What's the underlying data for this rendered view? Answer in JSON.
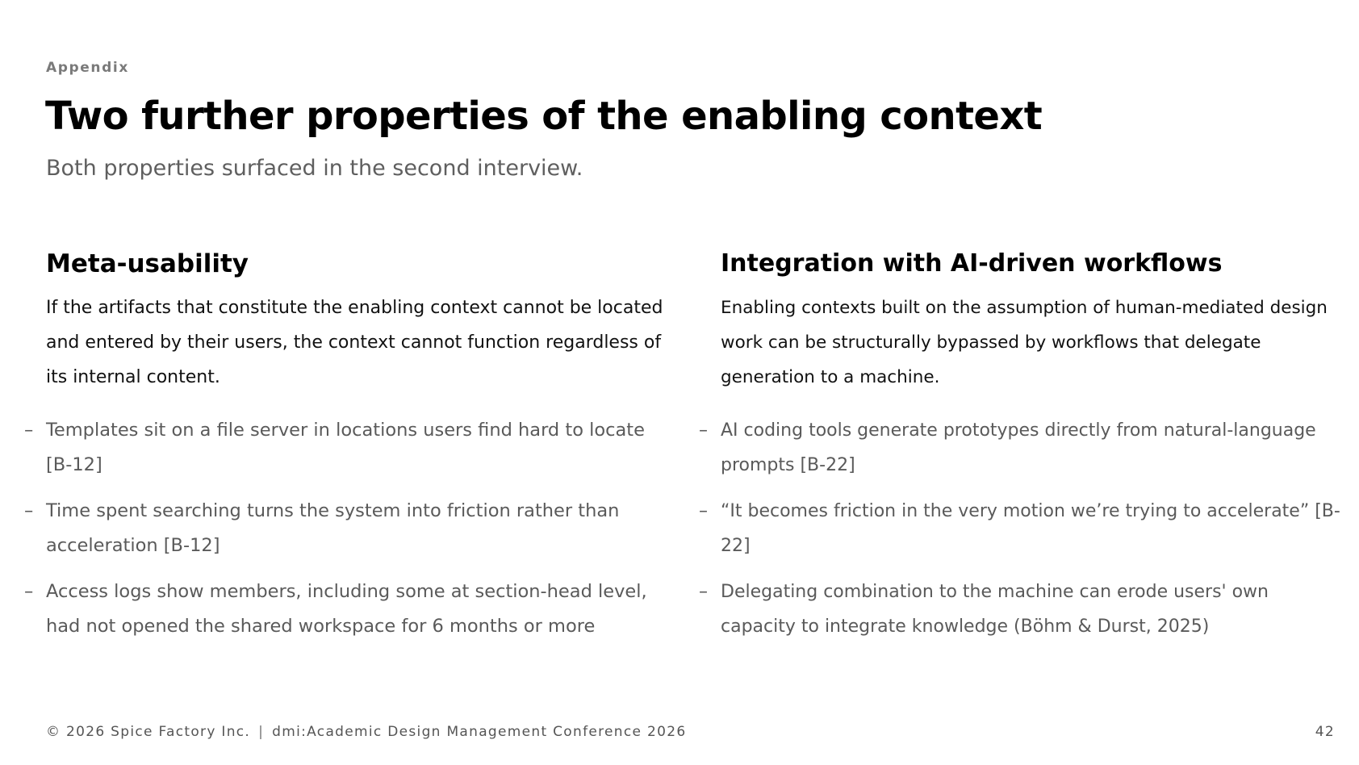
{
  "header": {
    "eyebrow": "Appendix",
    "title": "Two further properties of the enabling context",
    "subtitle": "Both properties surfaced in the second interview."
  },
  "columns": [
    {
      "heading": "Meta-usability",
      "body": "If the artifacts that constitute the enabling context cannot be located and entered by their users, the context cannot function regardless of its internal content.",
      "bullets": [
        "Templates sit on a file server in locations users find hard to locate [B-12]",
        "Time spent searching turns the system into friction rather than acceleration [B-12]",
        "Access logs show members, including some at section-head level, had not opened the shared workspace for 6 months or more"
      ]
    },
    {
      "heading": "Integration with AI-driven workflows",
      "body": "Enabling contexts built on the assumption of human-mediated design work can be structurally bypassed by workflows that delegate generation to a machine.",
      "bullets": [
        "AI coding tools generate prototypes directly from natural-language prompts [B-22]",
        "“It becomes friction in the very motion we’re trying to accelerate” [B-22]",
        "Delegating combination to the machine can erode users' own capacity to integrate knowledge (Böhm & Durst, 2025)"
      ]
    }
  ],
  "footer": {
    "copyright": "© 2026 Spice Factory Inc.",
    "separator": "|",
    "conference": "dmi:Academic Design Management Conference 2026",
    "page_number": "42"
  },
  "bullet_marker": "–"
}
